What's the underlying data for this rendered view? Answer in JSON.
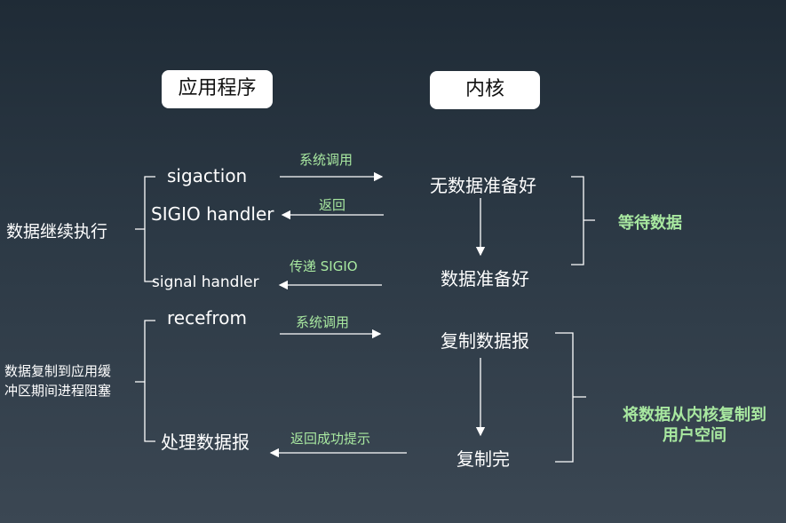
{
  "headers": {
    "app": "应用程序",
    "kernel": "内核"
  },
  "app_side": {
    "sigaction": "sigaction",
    "sigio_handler": "SIGIO handler",
    "signal_handler": "signal handler",
    "recvfrom": "recefrom",
    "process": "处理数据报"
  },
  "kernel_side": {
    "no_data": "无数据准备好",
    "data_ready": "数据准备好",
    "copy_datagram": "复制数据报",
    "copy_done": "复制完"
  },
  "arrows": {
    "syscall_1": "系统调用",
    "return_1": "返回",
    "deliver_sigio": "传递 SIGIO",
    "syscall_2": "系统调用",
    "return_success": "返回成功提示"
  },
  "annotations": {
    "continue_exec": "数据继续执行",
    "blocked_line1": "数据复制到应用缓",
    "blocked_line2": "冲区期间进程阻塞",
    "wait_data": "等待数据",
    "copy_to_user_line1": "将数据从内核复制到",
    "copy_to_user_line2": "用户空间"
  }
}
